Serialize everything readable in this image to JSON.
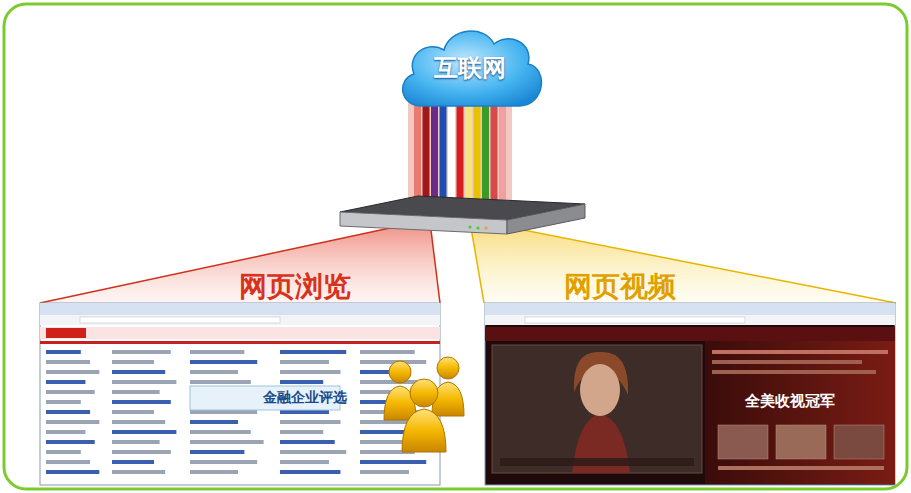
{
  "diagram": {
    "nodes": [
      {
        "text": [
          "互联网"
        ]
      },
      {
        "text": [
          "网页浏览",
          "金融企业评选"
        ]
      },
      {
        "text": [
          "网页视频",
          "全美收视冠军"
        ]
      }
    ]
  }
}
